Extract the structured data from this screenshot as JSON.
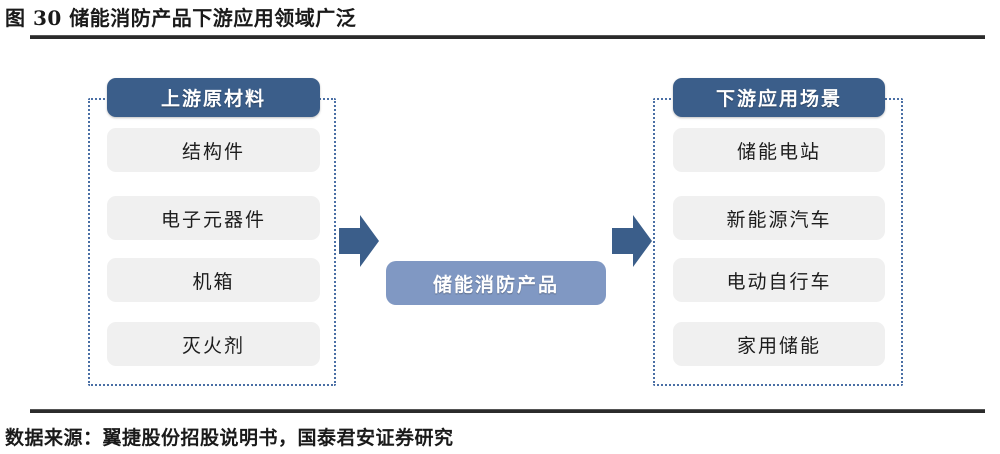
{
  "figure": {
    "title": "图 30 储能消防产品下游应用领域广泛",
    "source_note": "数据来源：翼捷股份招股说明书，国泰君安证券研究"
  },
  "colors": {
    "header_blue": "#3b5e8a",
    "center_blue": "#8098c3",
    "item_gray": "#f0f0f0",
    "frame_dotted": "#4a6fa5",
    "rule_dark": "#2b2b2b"
  },
  "diagram": {
    "type": "value-chain-flow",
    "upstream": {
      "header": "上游原材料",
      "items": [
        {
          "label": "结构件"
        },
        {
          "label": "电子元器件"
        },
        {
          "label": "机箱"
        },
        {
          "label": "灭火剂"
        }
      ]
    },
    "center": {
      "label": "储能消防产品"
    },
    "downstream": {
      "header": "下游应用场景",
      "items": [
        {
          "label": "储能电站"
        },
        {
          "label": "新能源汽车"
        },
        {
          "label": "电动自行车"
        },
        {
          "label": "家用储能"
        }
      ]
    },
    "arrows": [
      {
        "name": "arrow-upstream-to-center",
        "direction": "right"
      },
      {
        "name": "arrow-center-to-downstream",
        "direction": "right"
      }
    ]
  }
}
